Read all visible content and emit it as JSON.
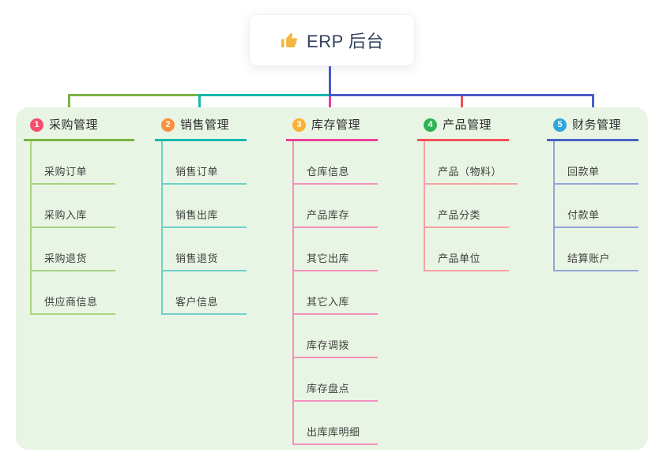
{
  "root": {
    "title": "ERP 后台",
    "icon": "thumbs-up-icon",
    "icon_color": "#f5b63f",
    "line_color": "#4c5ac8"
  },
  "canvas": {
    "background": "#ffffff",
    "panel_background": "#e9f5e4"
  },
  "branches": [
    {
      "num": "1",
      "label": "采购管理",
      "badge_color": "#f3506e",
      "line_color": "#7cb342",
      "item_line_color": "#a8d37f",
      "items": [
        "采购订单",
        "采购入库",
        "采购退货",
        "供应商信息"
      ]
    },
    {
      "num": "2",
      "label": "销售管理",
      "badge_color": "#fd8e3e",
      "line_color": "#17b8ac",
      "item_line_color": "#6fd0c7",
      "items": [
        "销售订单",
        "销售出库",
        "销售退货",
        "客户信息"
      ]
    },
    {
      "num": "3",
      "label": "库存管理",
      "badge_color": "#f9b234",
      "line_color": "#e8419a",
      "item_line_color": "#f490bd",
      "items": [
        "仓库信息",
        "产品库存",
        "其它出库",
        "其它入库",
        "库存调拨",
        "库存盘点",
        "出库库明细"
      ]
    },
    {
      "num": "4",
      "label": "产品管理",
      "badge_color": "#2fb356",
      "line_color": "#f25058",
      "item_line_color": "#f7a2a2",
      "items": [
        "产品（物料）",
        "产品分类",
        "产品单位"
      ]
    },
    {
      "num": "5",
      "label": "财务管理",
      "badge_color": "#2fa7dd",
      "line_color": "#4961c6",
      "item_line_color": "#93a5da",
      "items": [
        "回款单",
        "付款单",
        "结算账户"
      ]
    }
  ]
}
